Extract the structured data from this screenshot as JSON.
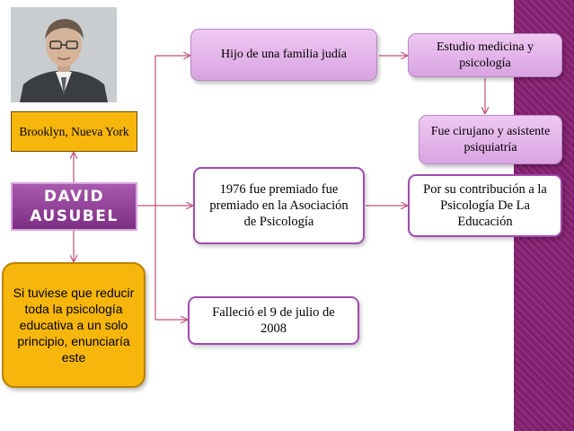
{
  "center": {
    "name_line1": "DAVID",
    "name_line2": "AUSUBEL"
  },
  "birthplace": "Brooklyn, Nueva York",
  "quote": "Si tuviese que reducir toda la psicología educativa a un solo principio, enunciaría este",
  "nodes": {
    "family": "Hijo de una familia judía",
    "studies": "Estudio medicina y psicología",
    "job": "Fue cirujano y asistente psiquiatría",
    "award": "1976 fue premiado fue premiado en la Asociación de Psicología",
    "reason": "Por su contribución a la Psicología De La Educación",
    "death": "Falleció el 9 de julio de 2008"
  },
  "colors": {
    "accent": "#a04bb0",
    "orange": "#f6b60c",
    "stripe": "#7d1f6a",
    "connector": "#c0507c"
  }
}
